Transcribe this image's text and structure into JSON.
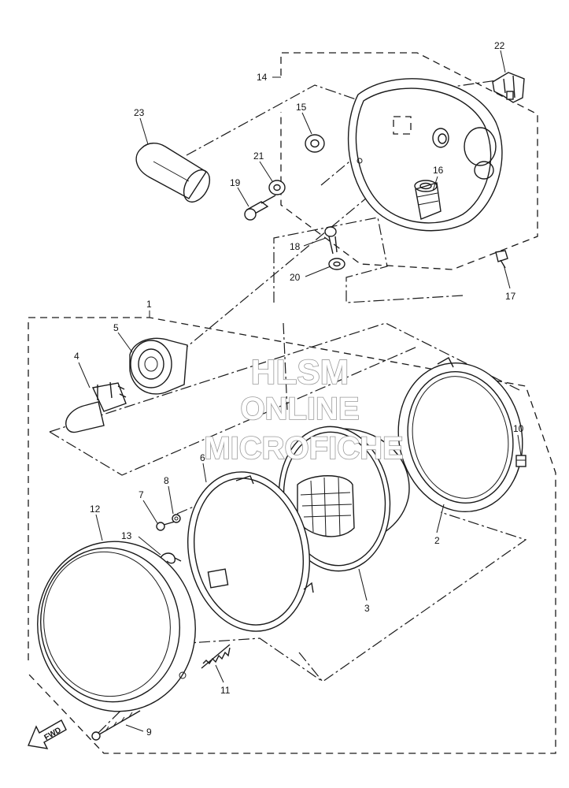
{
  "diagram": {
    "part_numbers": {
      "p1": "1",
      "p2": "2",
      "p3": "3",
      "p4": "4",
      "p5": "5",
      "p6": "6",
      "p7": "7",
      "p8": "8",
      "p9": "9",
      "p10": "10",
      "p11": "11",
      "p12": "12",
      "p13": "13",
      "p14": "14",
      "p15": "15",
      "p16": "16",
      "p17": "17",
      "p18": "18",
      "p19": "19",
      "p20": "20",
      "p21": "21",
      "p22": "22",
      "p23": "23"
    },
    "direction_marker": "FWD",
    "watermark": {
      "line1": "HLSM",
      "line2": "ONLINE",
      "line3": "MICROFICHE"
    }
  }
}
